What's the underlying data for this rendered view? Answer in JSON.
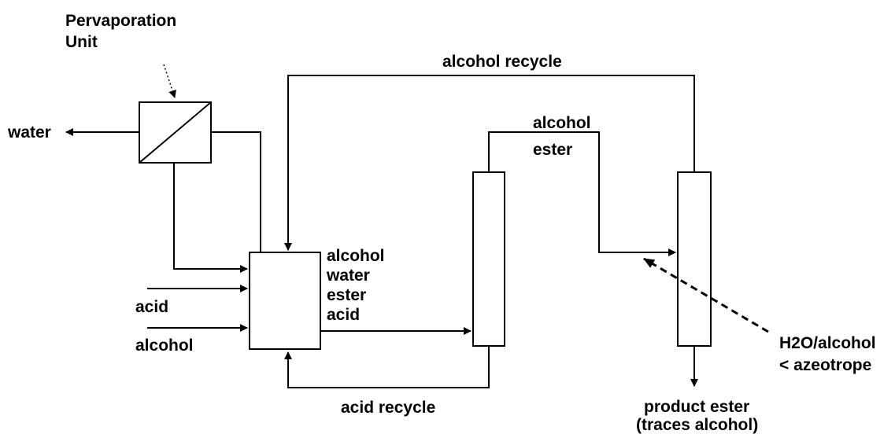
{
  "diagram": {
    "labels": {
      "pervaporation_line1": "Pervaporation",
      "pervaporation_line2": "Unit",
      "water": "water",
      "alcohol_recycle": "alcohol recycle",
      "col1_top_alcohol": "alcohol",
      "col1_top_ester": "ester",
      "reactor_out_alcohol": "alcohol",
      "reactor_out_water": "water",
      "reactor_out_ester": "ester",
      "reactor_out_acid": "acid",
      "feed_acid": "acid",
      "feed_alcohol": "alcohol",
      "acid_recycle": "acid recycle",
      "entrainer_line1": "H2O/alcohol",
      "entrainer_line2": "< azeotrope",
      "product_line1": "product ester",
      "product_line2": "(traces alcohol)"
    }
  }
}
